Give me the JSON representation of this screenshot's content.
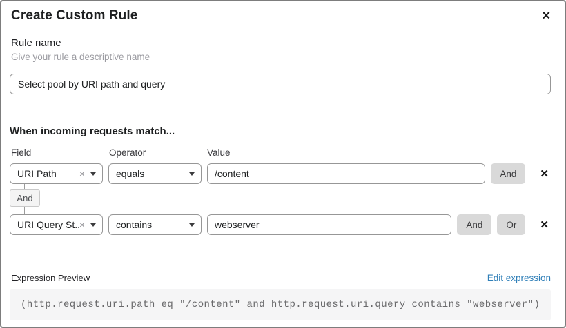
{
  "dialog": {
    "title": "Create Custom Rule"
  },
  "icons": {
    "close": "✕",
    "clear": "×",
    "remove": "✕",
    "chevron_down": "▼"
  },
  "rule_name": {
    "label": "Rule name",
    "hint": "Give your rule a descriptive name",
    "value": "Select pool by URI path and query"
  },
  "match": {
    "heading": "When incoming requests match...",
    "columns": {
      "field": "Field",
      "operator": "Operator",
      "value": "Value"
    },
    "connector": "And",
    "conditions": [
      {
        "field": "URI Path",
        "operator": "equals",
        "value": "/content",
        "logic_buttons": [
          "And"
        ]
      },
      {
        "field": "URI Query St...",
        "operator": "contains",
        "value": "webserver",
        "logic_buttons": [
          "And",
          "Or"
        ]
      }
    ]
  },
  "expression": {
    "label": "Expression Preview",
    "edit_link": "Edit expression",
    "code": "(http.request.uri.path eq \"/content\" and http.request.uri.query contains \"webserver\")"
  },
  "colors": {
    "link_blue": "#2f7fb8",
    "logic_button_bg": "#d9d9d9",
    "badge_bg": "#f4f4f4",
    "code_bg": "#f5f5f6",
    "input_border": "#979797",
    "dialog_border": "#7d7d7d"
  }
}
